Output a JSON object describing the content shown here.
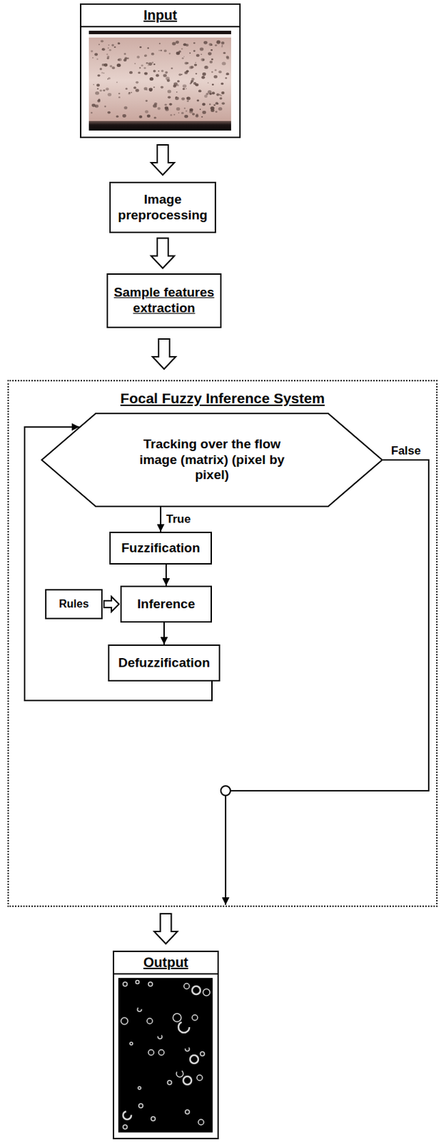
{
  "diagram": {
    "nodes": [
      {
        "text": [
          "Input"
        ]
      },
      {
        "text": [
          "Image preprocessing"
        ]
      },
      {
        "text": [
          "Sample features extraction"
        ]
      },
      {
        "text": [
          "Focal Fuzzy Inference System"
        ]
      },
      {
        "text": [
          "Tracking over the flow image (matrix) (pixel by pixel)"
        ],
        "in": 3
      },
      {
        "text": [
          "Fuzzification"
        ],
        "in": 3
      },
      {
        "text": [
          "Rules"
        ],
        "in": 3
      },
      {
        "text": [
          "Inference"
        ],
        "in": 3
      },
      {
        "text": [
          "Defuzzification"
        ],
        "in": 3
      },
      {
        "text": [
          "Output"
        ]
      }
    ],
    "edges": [
      {
        "from": 0,
        "to": 1,
        "arrow": "to"
      },
      {
        "from": 1,
        "to": 2,
        "arrow": "to"
      },
      {
        "from": 2,
        "to": 3,
        "arrow": "to"
      },
      {
        "from": 4,
        "to": 5,
        "label": "True",
        "arrow": "to"
      },
      {
        "from": 5,
        "to": 7,
        "arrow": "to"
      },
      {
        "from": 6,
        "to": 7,
        "arrow": "to"
      },
      {
        "from": 7,
        "to": 8,
        "arrow": "to"
      },
      {
        "from": 8,
        "to": 4,
        "arrow": "to"
      },
      {
        "from": 4,
        "to": 3,
        "label": "False",
        "arrow": "to"
      },
      {
        "from": 3,
        "to": 9,
        "arrow": "to"
      }
    ]
  }
}
